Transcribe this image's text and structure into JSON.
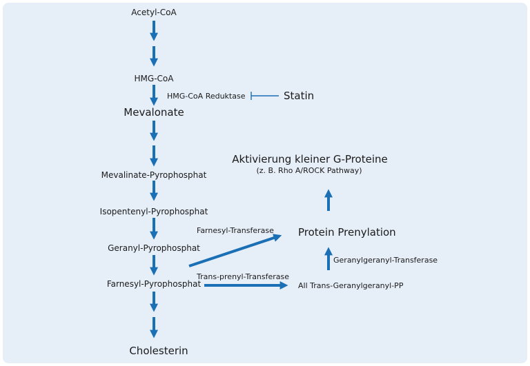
{
  "pathway": {
    "acetyl_coa": "Acetyl-CoA",
    "hmg_coa": "HMG-CoA",
    "hmg_reductase": "HMG-CoA Reduktase",
    "statin": "Statin",
    "mevalonate": "Mevalonate",
    "mevalinate_pp": "Mevalinate-Pyrophosphat",
    "isopentenyl_pp": "Isopentenyl-Pyrophosphat",
    "geranyl_pp": "Geranyl-Pyrophosphat",
    "farnesyl_pp": "Farnesyl-Pyrophosphat",
    "cholesterin": "Cholesterin",
    "farnesyl_transferase": "Farnesyl-Transferase",
    "trans_prenyl_transferase": "Trans-prenyl-Transferase",
    "all_trans_ggpp": "All Trans-Geranylgeranyl-PP",
    "geranylgeranyl_transferase": "Geranylgeranyl-Transferase",
    "protein_prenylation": "Protein Prenylation",
    "activation_title": "Aktivierung kleiner G-Proteine",
    "activation_subtitle": "(z. B. Rho A/ROCK Pathway)"
  },
  "colors": {
    "arrow": "#1a6fb5",
    "background": "#e6eef8",
    "text": "#1a1a1a"
  }
}
